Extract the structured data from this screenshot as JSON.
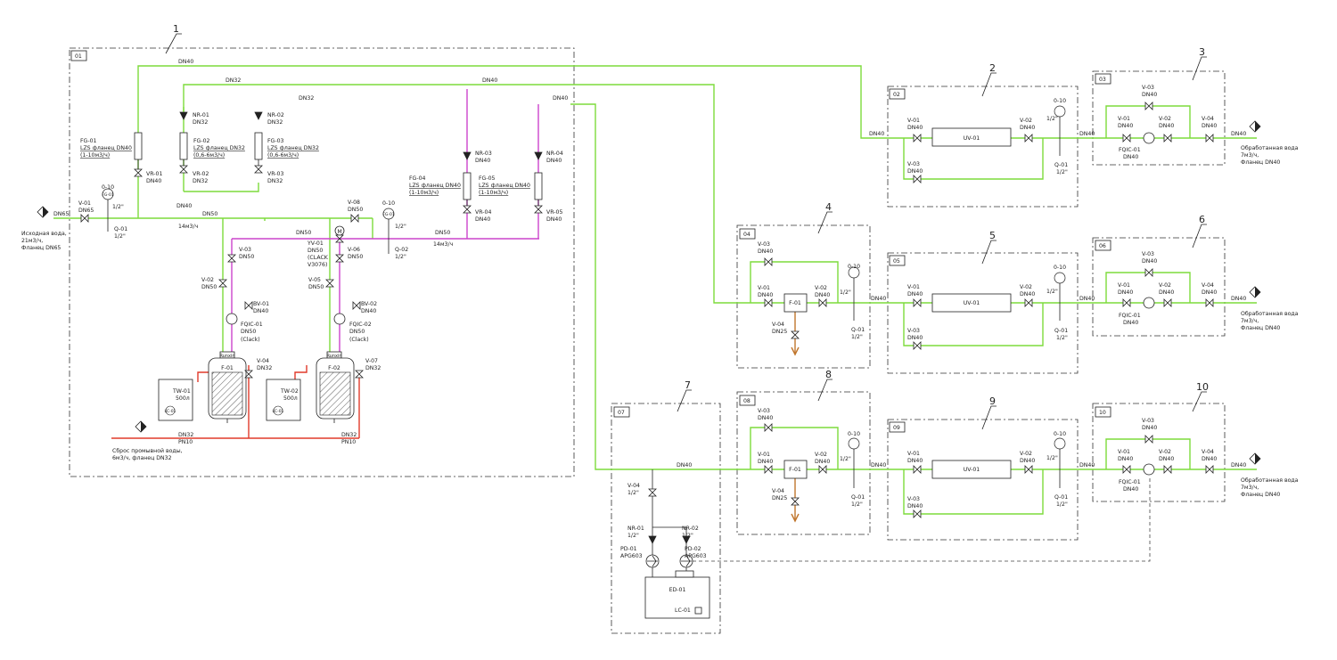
{
  "areas": {
    "a01": {
      "code": "01",
      "num": "1"
    },
    "a02": {
      "code": "02",
      "num": "2"
    },
    "a03": {
      "code": "03",
      "num": "3"
    },
    "a04": {
      "code": "04",
      "num": "4"
    },
    "a05": {
      "code": "05",
      "num": "5"
    },
    "a06": {
      "code": "06",
      "num": "6"
    },
    "a07": {
      "code": "07",
      "num": "7"
    },
    "a08": {
      "code": "08",
      "num": "8"
    },
    "a09": {
      "code": "09",
      "num": "9"
    },
    "a10": {
      "code": "10",
      "num": "10"
    }
  },
  "dn": {
    "dn40": "DN40",
    "dn32": "DN32",
    "dn50": "DN50",
    "dn65": "DN65",
    "dn25": "DN25",
    "half": "1/2\""
  },
  "flow": {
    "f14": "14м3/ч",
    "pn10": "PN10"
  },
  "inlet": {
    "l1": "Исходная вода,",
    "l2": "21м3/ч,",
    "l3": "Фланец DN65"
  },
  "drain": {
    "l1": "Сброс промывной воды,",
    "l2": "6м3/ч, фланец DN32"
  },
  "treated": {
    "l1": "Обработанная вода",
    "l2": "7м3/ч,",
    "l3": "Фланец DN40"
  },
  "gauge": {
    "fg": "FG-01",
    "range": "0-10",
    "q": "Q-01",
    "q2": "Q-02"
  },
  "fm": {
    "fg01": "FG-01",
    "fg02": "FG-02",
    "fg03": "FG-03",
    "fg04": "FG-04",
    "fg05": "FG-05",
    "lzs40": "LZS фланец DN40",
    "lzs32": "LZS фланец DN32",
    "r110": "(1-10м3/ч)",
    "r066": "(0,6-6м3/ч)"
  },
  "tags": {
    "nr01": "NR-01",
    "nr02": "NR-02",
    "nr03": "NR-03",
    "nr04": "NR-04",
    "vr01": "VR-01",
    "vr02": "VR-02",
    "vr03": "VR-03",
    "vr04": "VR-04",
    "vr05": "VR-05",
    "v01": "V-01",
    "v02": "V-02",
    "v03": "V-03",
    "v04": "V-04",
    "v05": "V-05",
    "v06": "V-06",
    "v07": "V-07",
    "v08": "V-08",
    "bv01": "BV-01",
    "bv02": "BV-02",
    "fqic01": "FQIC-01",
    "fqic02": "FQIC-02",
    "clack": "(Clack)",
    "yv01": "YV-01",
    "yvclack": "(CLACK",
    "yvmodel": "V3076)",
    "f01": "F-01",
    "f02": "F-02",
    "runxin": "Runxin",
    "tw01": "TW-01",
    "tw02": "TW-02",
    "tw500": "500л",
    "lc": "LC-01",
    "uv01": "UV-01",
    "pd01": "PD-01",
    "pd02": "PD-02",
    "apg": "APG603",
    "ed01": "ED-01",
    "m": "M"
  }
}
